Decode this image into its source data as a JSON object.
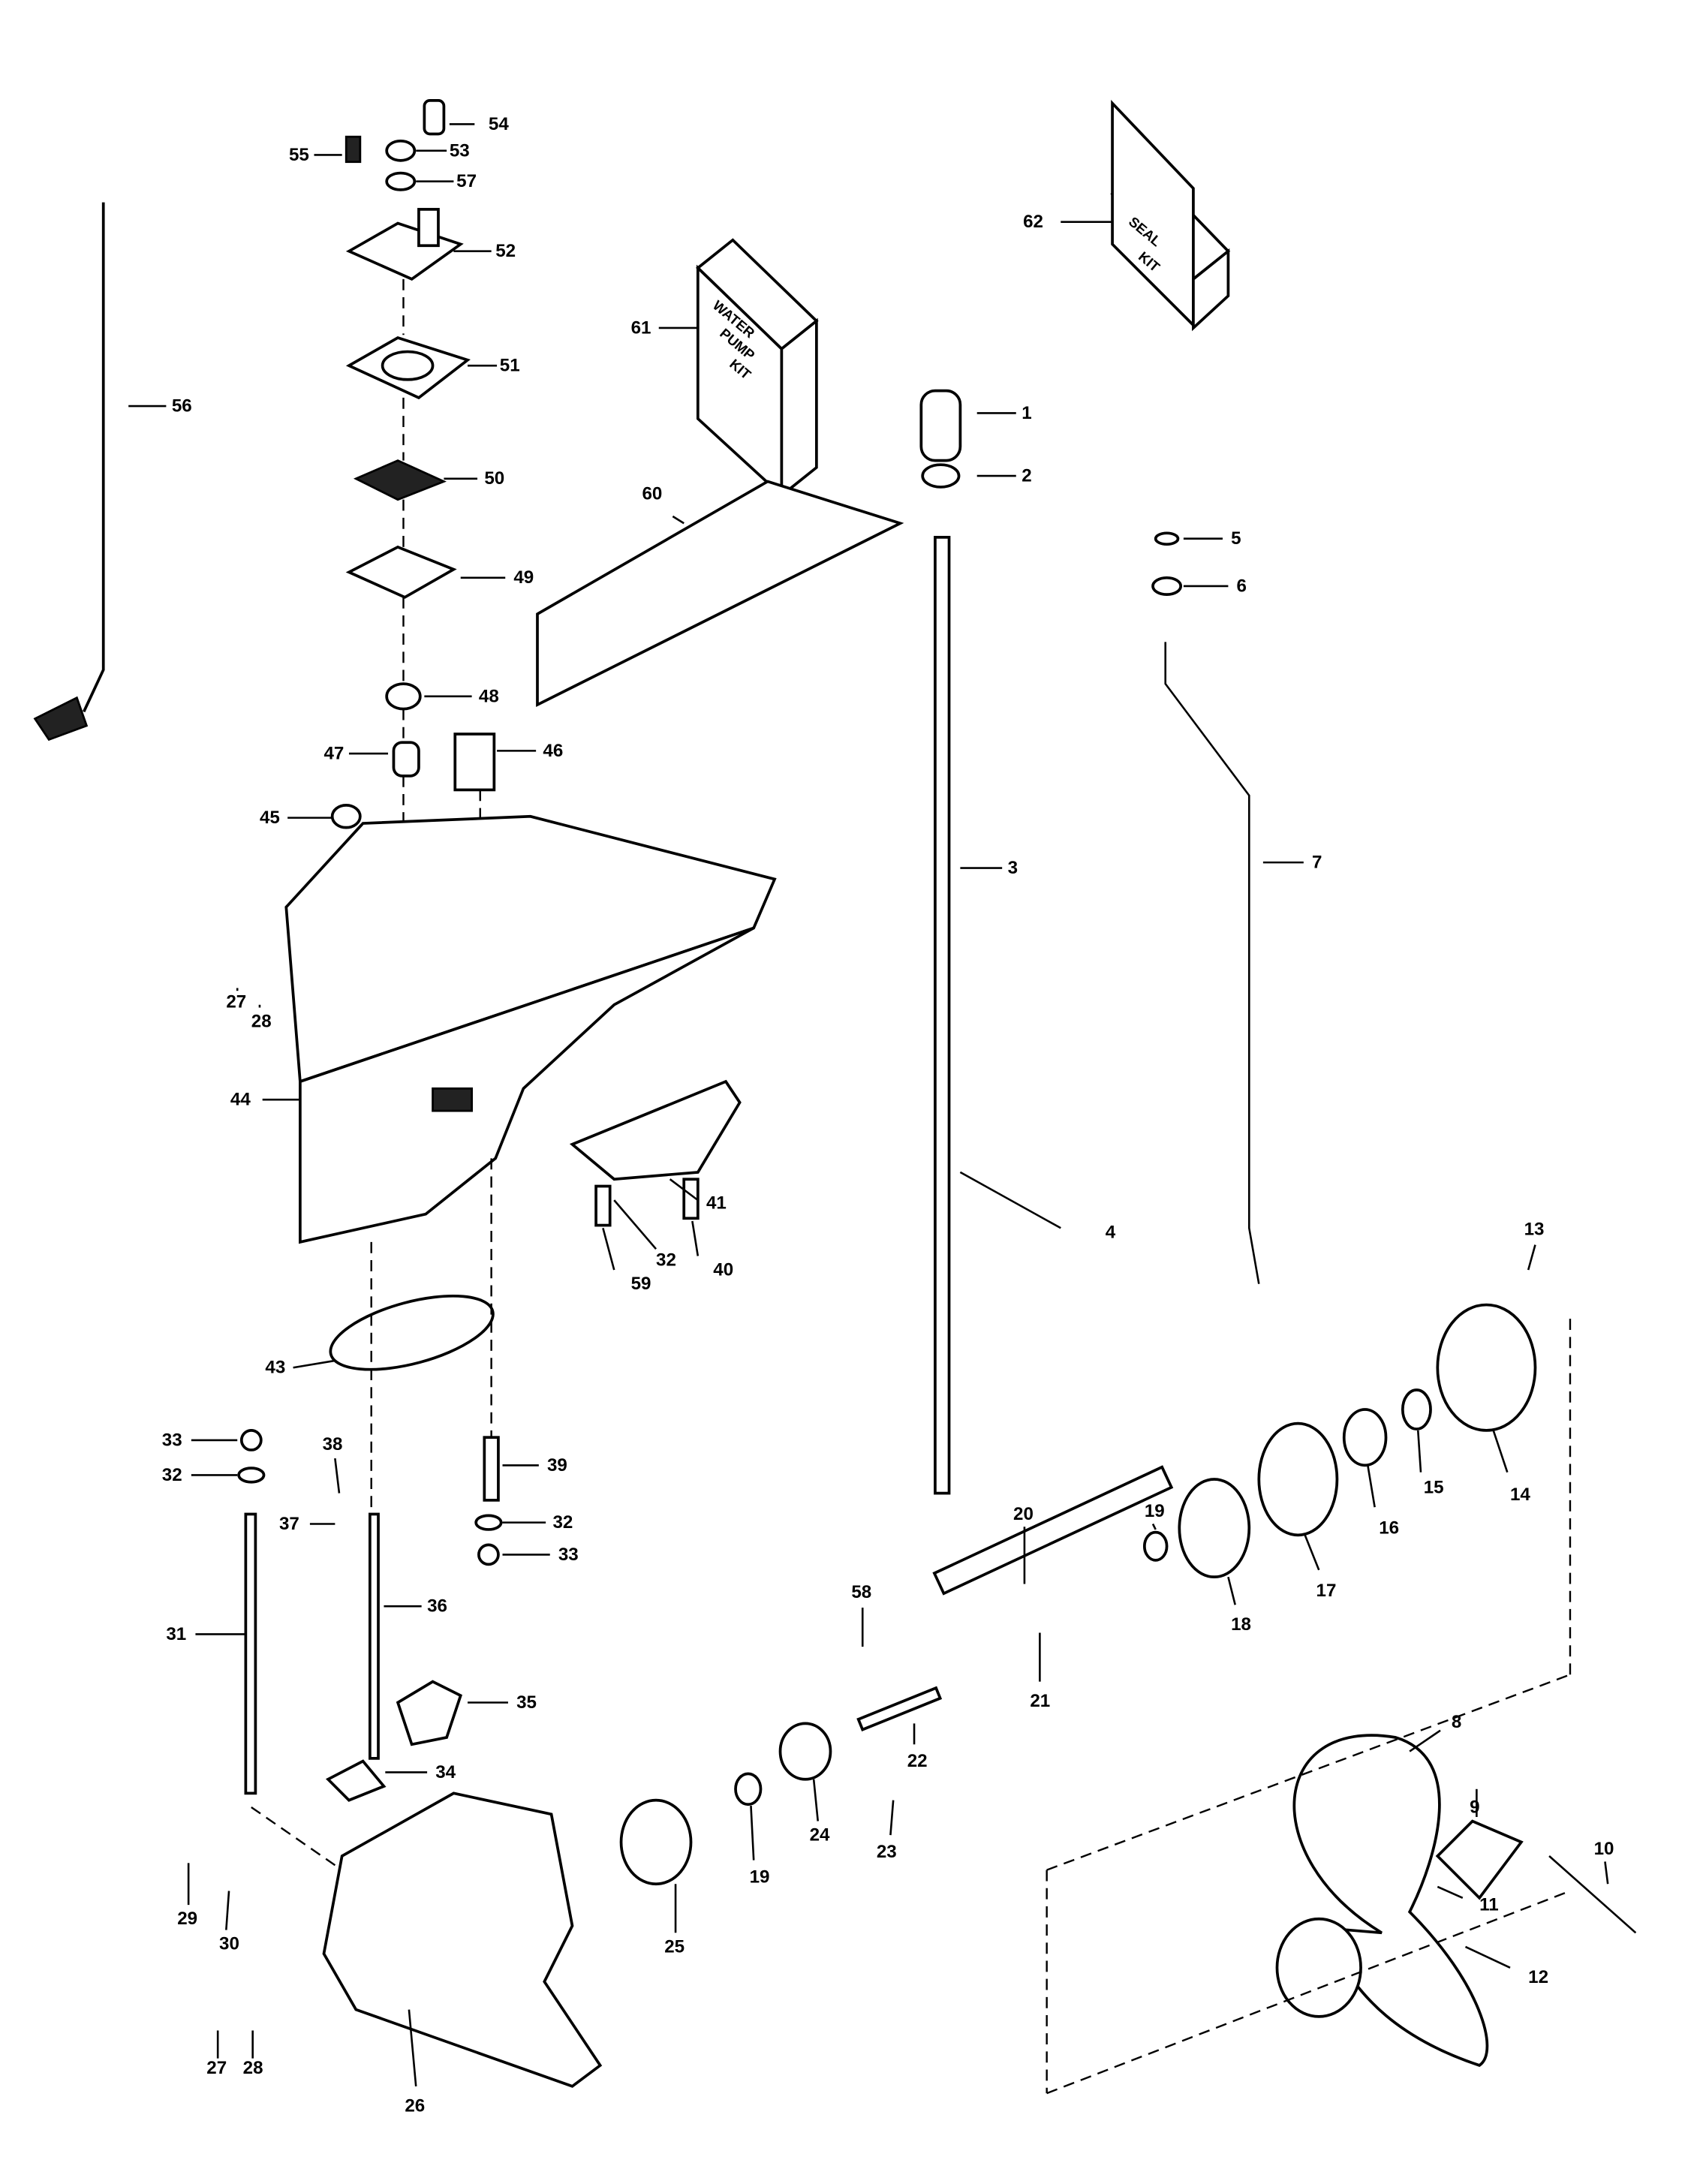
{
  "kits": {
    "water_pump": [
      "WATER",
      "PUMP",
      "KIT"
    ],
    "seal": [
      "SEAL",
      "KIT"
    ]
  },
  "callouts": [
    "54",
    "53",
    "55",
    "57",
    "52",
    "61",
    "62",
    "51",
    "56",
    "1",
    "2",
    "60",
    "50",
    "5",
    "6",
    "49",
    "48",
    "47",
    "46",
    "45",
    "3",
    "7",
    "27",
    "28",
    "44",
    "41",
    "4",
    "32",
    "40",
    "59",
    "13",
    "43",
    "33",
    "38",
    "39",
    "32",
    "37",
    "32",
    "33",
    "19",
    "20",
    "15",
    "14",
    "16",
    "17",
    "18",
    "36",
    "31",
    "58",
    "21",
    "35",
    "22",
    "34",
    "23",
    "24",
    "19",
    "8",
    "9",
    "10",
    "11",
    "12",
    "25",
    "29",
    "30",
    "27",
    "28",
    "26"
  ],
  "colors": {
    "ink": "#000000",
    "paper": "#ffffff"
  }
}
